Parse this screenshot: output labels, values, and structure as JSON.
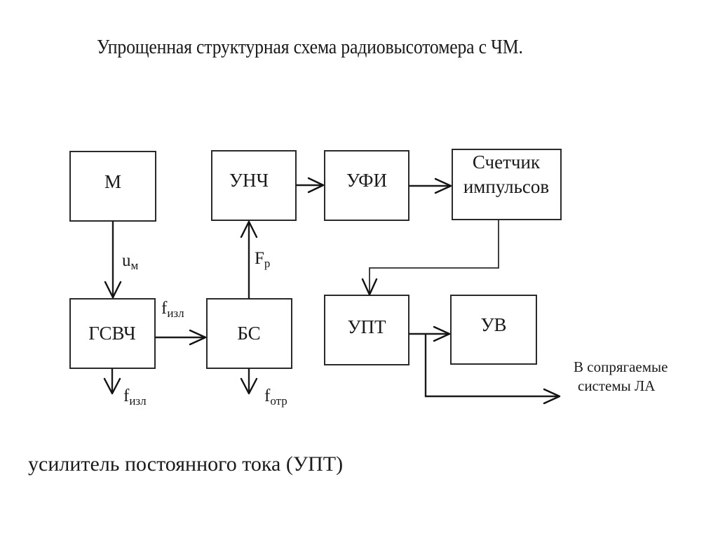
{
  "title": "Упрощенная структурная схема радиовысотомера с ЧМ.",
  "footer_note": "усилитель постоянного тока (УПТ)",
  "blocks": {
    "m": "М",
    "unch": "УНЧ",
    "ufi": "УФИ",
    "counter_line1": "Счетчик",
    "counter_line2": "импульсов",
    "gsvch": "ГСВЧ",
    "bs": "БС",
    "upt": "УПТ",
    "uv": "УВ"
  },
  "signals": {
    "um": {
      "base": "u",
      "sub": "м"
    },
    "fp": {
      "base": "F",
      "sub": "р"
    },
    "f_izl_top": {
      "base": "f",
      "sub": "изл"
    },
    "f_izl_bottom": {
      "base": "f",
      "sub": "изл"
    },
    "f_otr": {
      "base": "f",
      "sub": "отр"
    }
  },
  "output_note": {
    "line1": "В сопрягаемые",
    "line2": "системы ЛА"
  },
  "connections": [
    {
      "from": "М",
      "to": "ГСВЧ",
      "signal": "uм"
    },
    {
      "from": "ГСВЧ",
      "to": "БС",
      "signal": "fизл"
    },
    {
      "from": "ГСВЧ",
      "to": "output",
      "signal": "fизл"
    },
    {
      "from": "БС",
      "to": "УНЧ",
      "signal": "Fр"
    },
    {
      "from": "БС",
      "to": "output",
      "signal": "fотр"
    },
    {
      "from": "УНЧ",
      "to": "УФИ"
    },
    {
      "from": "УФИ",
      "to": "Счетчик импульсов"
    },
    {
      "from": "Счетчик импульсов",
      "to": "УПТ"
    },
    {
      "from": "УПТ",
      "to": "УВ"
    },
    {
      "from": "УПТ",
      "to": "В сопрягаемые системы ЛА"
    }
  ]
}
